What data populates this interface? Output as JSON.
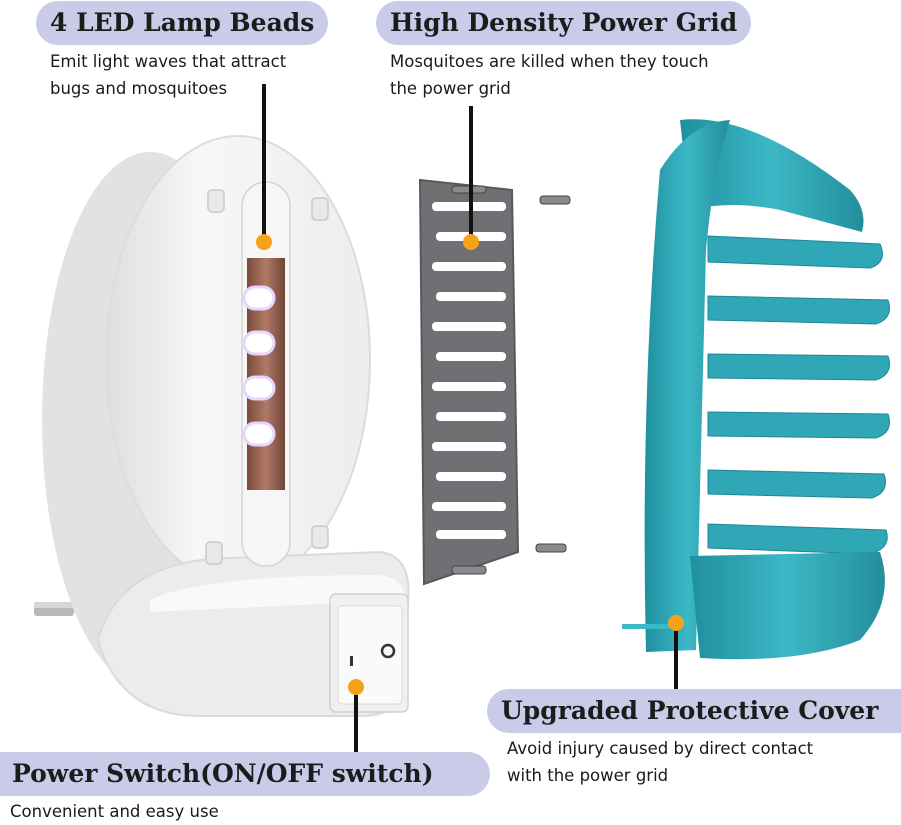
{
  "callouts": {
    "lamp": {
      "title": "4 LED Lamp Beads",
      "desc1": "Emit light waves that attract",
      "desc2": "bugs and mosquitoes"
    },
    "grid": {
      "title": "High Density Power Grid",
      "desc1": "Mosquitoes are killed when they touch",
      "desc2": "the power grid"
    },
    "cover": {
      "title": "Upgraded Protective Cover",
      "desc1": "Avoid injury caused by direct contact",
      "desc2": "with the power grid"
    },
    "switch": {
      "title": "Power Switch(ON/OFF switch)",
      "desc1": "Convenient and easy use"
    }
  },
  "colors": {
    "pill_bg": "#c9cbe8",
    "dot": "#f5a21b",
    "cover_teal": "#2fa7b6",
    "grid_metal": "#6f6f72",
    "body_white": "#f4f4f4"
  }
}
